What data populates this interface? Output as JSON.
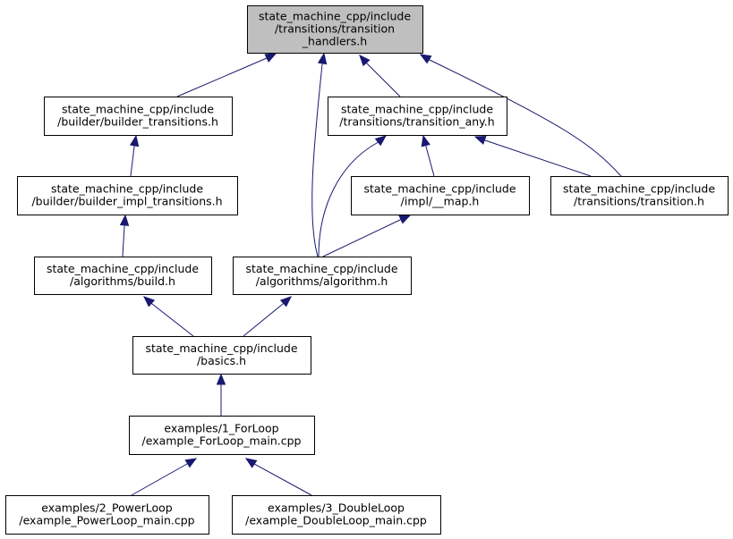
{
  "nodes": [
    {
      "id": "n0",
      "lines": [
        "state_machine_cpp/include",
        "/transitions/transition",
        "_handlers.h"
      ],
      "root": true
    },
    {
      "id": "n1",
      "lines": [
        "state_machine_cpp/include",
        "/builder/builder_transitions.h"
      ]
    },
    {
      "id": "n2",
      "lines": [
        "state_machine_cpp/include",
        "/transitions/transition_any.h"
      ]
    },
    {
      "id": "n3",
      "lines": [
        "state_machine_cpp/include",
        "/builder/builder_impl_transitions.h"
      ]
    },
    {
      "id": "n4",
      "lines": [
        "state_machine_cpp/include",
        "/impl/__map.h"
      ]
    },
    {
      "id": "n5",
      "lines": [
        "state_machine_cpp/include",
        "/transitions/transition.h"
      ]
    },
    {
      "id": "n6",
      "lines": [
        "state_machine_cpp/include",
        "/algorithms/build.h"
      ]
    },
    {
      "id": "n7",
      "lines": [
        "state_machine_cpp/include",
        "/algorithms/algorithm.h"
      ]
    },
    {
      "id": "n8",
      "lines": [
        "state_machine_cpp/include",
        "/basics.h"
      ]
    },
    {
      "id": "n9",
      "lines": [
        "examples/1_ForLoop",
        "/example_ForLoop_main.cpp"
      ]
    },
    {
      "id": "n10",
      "lines": [
        "examples/2_PowerLoop",
        "/example_PowerLoop_main.cpp"
      ]
    },
    {
      "id": "n11",
      "lines": [
        "examples/3_DoubleLoop",
        "/example_DoubleLoop_main.cpp"
      ]
    }
  ],
  "edges": [
    {
      "from": "n1",
      "to": "n0"
    },
    {
      "from": "n7",
      "to": "n0"
    },
    {
      "from": "n2",
      "to": "n0"
    },
    {
      "from": "n5",
      "to": "n0"
    },
    {
      "from": "n3",
      "to": "n1"
    },
    {
      "from": "n7",
      "to": "n2"
    },
    {
      "from": "n4",
      "to": "n2"
    },
    {
      "from": "n5",
      "to": "n2"
    },
    {
      "from": "n6",
      "to": "n3"
    },
    {
      "from": "n7",
      "to": "n4"
    },
    {
      "from": "n8",
      "to": "n6"
    },
    {
      "from": "n8",
      "to": "n7"
    },
    {
      "from": "n9",
      "to": "n8"
    },
    {
      "from": "n10",
      "to": "n9"
    },
    {
      "from": "n11",
      "to": "n9"
    }
  ],
  "colors": {
    "edge": "#191970",
    "root_fill": "#bfbfbf",
    "node_fill": "#ffffff",
    "border": "#000000"
  }
}
